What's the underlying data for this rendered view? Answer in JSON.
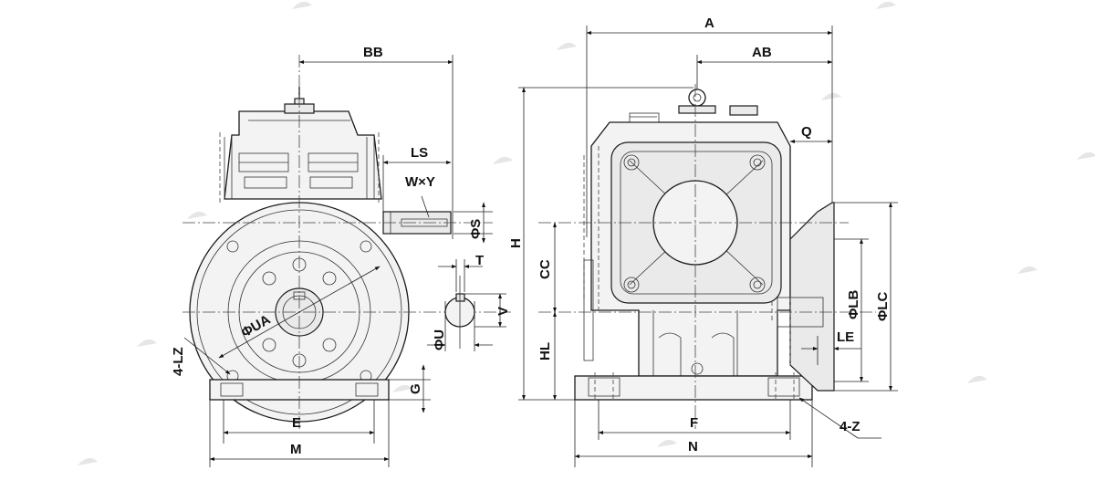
{
  "labels": {
    "BB": "BB",
    "LS": "LS",
    "WxY": "W×Y",
    "S": "ΦS",
    "T": "T",
    "V": "V",
    "U": "ΦU",
    "UA": "ΦUA",
    "LZ": "4-LZ",
    "G": "G",
    "E": "E",
    "M": "M",
    "A": "A",
    "AB": "AB",
    "Q": "Q",
    "H": "H",
    "CC": "CC",
    "HL": "HL",
    "LB": "ΦLB",
    "LC": "ΦLC",
    "LE": "LE",
    "F": "F",
    "N": "N",
    "Z": "4-Z"
  }
}
